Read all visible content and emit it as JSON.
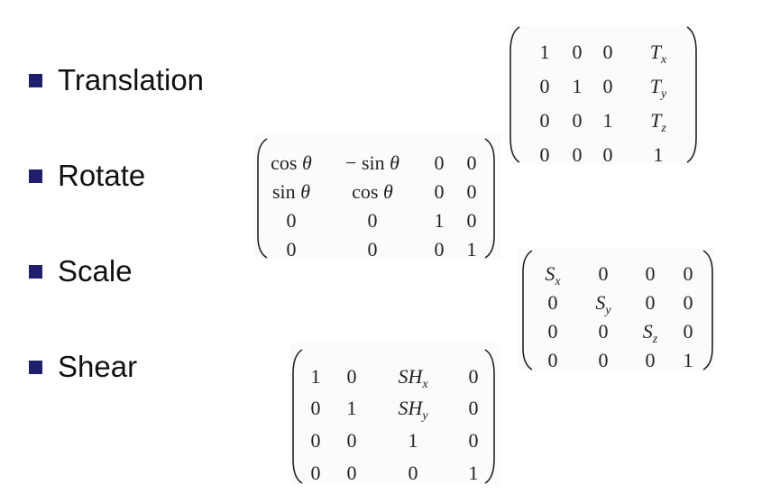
{
  "bullets": [
    {
      "label": "Translation"
    },
    {
      "label": "Rotate"
    },
    {
      "label": "Scale"
    },
    {
      "label": "Shear"
    }
  ],
  "matrices": {
    "translation": [
      [
        "1",
        "0",
        "0",
        "T_x"
      ],
      [
        "0",
        "1",
        "0",
        "T_y"
      ],
      [
        "0",
        "0",
        "1",
        "T_z"
      ],
      [
        "0",
        "0",
        "0",
        "1"
      ]
    ],
    "rotate": [
      [
        "cos θ",
        "− sin θ",
        "0",
        "0"
      ],
      [
        "sin θ",
        "cos θ",
        "0",
        "0"
      ],
      [
        "0",
        "0",
        "1",
        "0"
      ],
      [
        "0",
        "0",
        "0",
        "1"
      ]
    ],
    "scale": [
      [
        "S_x",
        "0",
        "0",
        "0"
      ],
      [
        "0",
        "S_y",
        "0",
        "0"
      ],
      [
        "0",
        "0",
        "S_z",
        "0"
      ],
      [
        "0",
        "0",
        "0",
        "1"
      ]
    ],
    "shear": [
      [
        "1",
        "0",
        "SH_x",
        "0"
      ],
      [
        "0",
        "1",
        "SH_y",
        "0"
      ],
      [
        "0",
        "0",
        "1",
        "0"
      ],
      [
        "0",
        "0",
        "0",
        "1"
      ]
    ]
  }
}
